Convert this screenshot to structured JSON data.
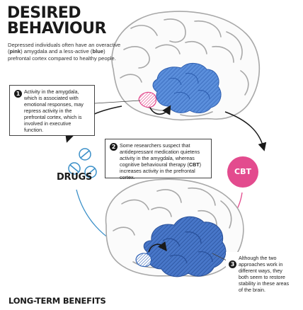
{
  "title": {
    "line1": "DESIRED",
    "line2": "BEHAVIOUR"
  },
  "intro": {
    "part1": "Depressed individuals often have an overactive (",
    "pink": "pink",
    "part2": ") amygdala and a less-active (",
    "blue": "blue",
    "part3": ") prefrontal cortex compared to healthy people."
  },
  "callouts": [
    {
      "number": "1",
      "text": "Activity in the amygdala, which is associated with emotional responses, may repress activity in the prefrontal cortex, which is involved in executive function."
    },
    {
      "number": "2",
      "text_before": "Some researchers suspect that antidepressant medication quietens activity in the amygdala, whereas cognitive behavioural therapy (",
      "text_bold": "CBT",
      "text_after": ") increases activity in the prefrontal cortex."
    },
    {
      "number": "3",
      "text": "Although the two approaches work in different ways, they both seem to restore stability in these areas of the brain."
    }
  ],
  "labels": {
    "drugs": "DRUGS",
    "cbt": "CBT"
  },
  "footer": "LONG-TERM BENEFITS",
  "colors": {
    "pink": "#e34b8e",
    "blue": "#4a7fd1",
    "dark_blue": "#3566b8",
    "brain_line": "#9a9a9a",
    "text": "#1a1a1a"
  },
  "icons": [
    "brain-illustration",
    "pill-icon",
    "arrow-icon"
  ]
}
